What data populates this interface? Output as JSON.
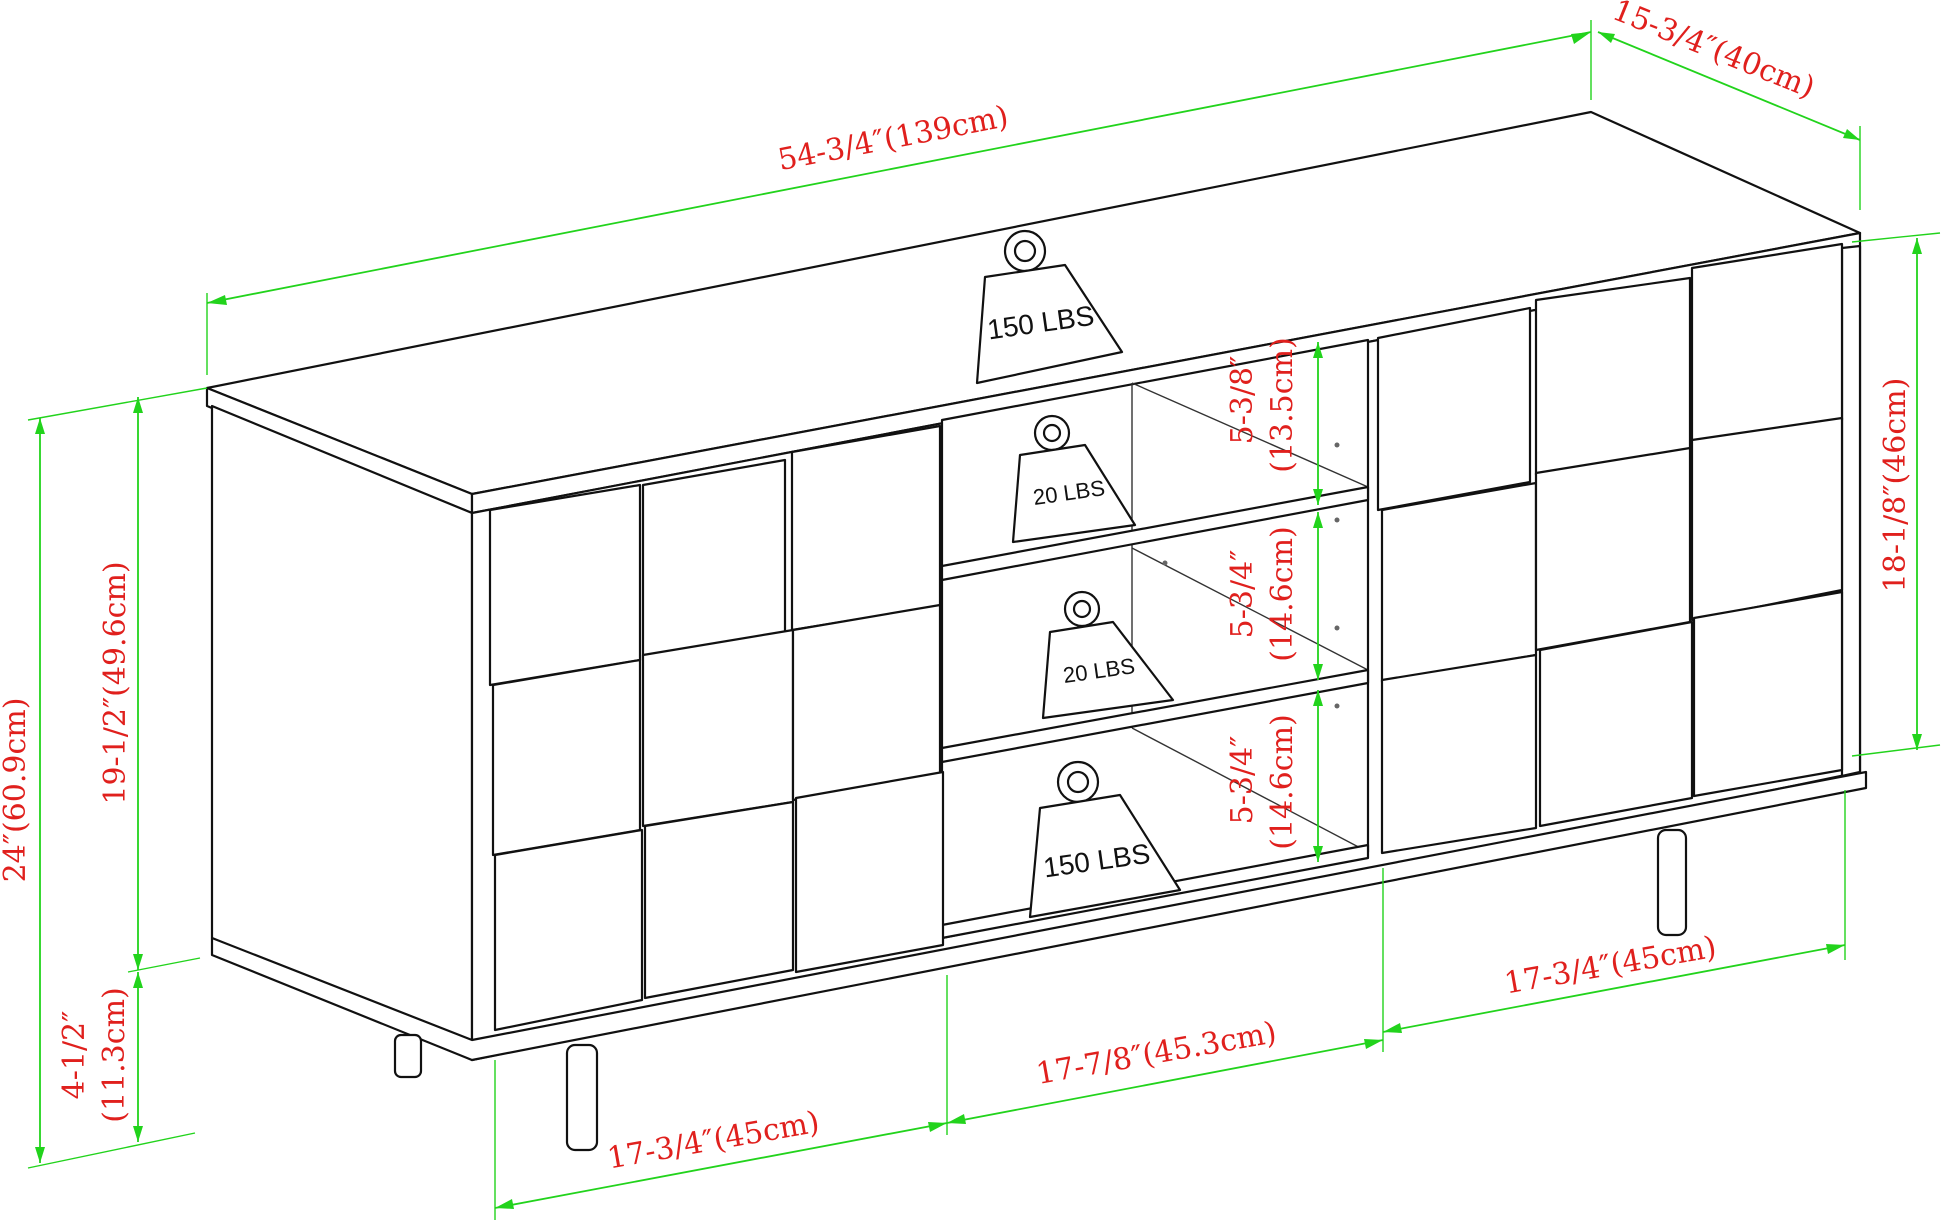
{
  "dimensions": {
    "width": "54-3/4″(139cm)",
    "depth": "15-3/4″(40cm)",
    "total_height": "24″(60.9cm)",
    "body_height": "19-1/2″(49.6cm)",
    "leg_height": "4-1/2″",
    "leg_height_cm": "(11.3cm)",
    "interior_height": "18-1/8″(46cm)",
    "shelf_1": "5-3/8″",
    "shelf_1_cm": "(13.5cm)",
    "shelf_2": "5-3/4″",
    "shelf_2_cm": "(14.6cm)",
    "shelf_3": "5-3/4″",
    "shelf_3_cm": "(14.6cm)",
    "left_section": "17-3/4″(45cm)",
    "middle_section": "17-7/8″(45.3cm)",
    "right_section": "17-3/4″(45cm)"
  },
  "weights": {
    "top": "150 LBS",
    "shelf_upper": "20 LBS",
    "shelf_middle": "20 LBS",
    "bottom": "150 LBS"
  },
  "colors": {
    "dimension_line": "#22d31c",
    "dimension_text": "#e0201d",
    "outline": "#111111"
  },
  "icons": [
    "weight-icon"
  ]
}
